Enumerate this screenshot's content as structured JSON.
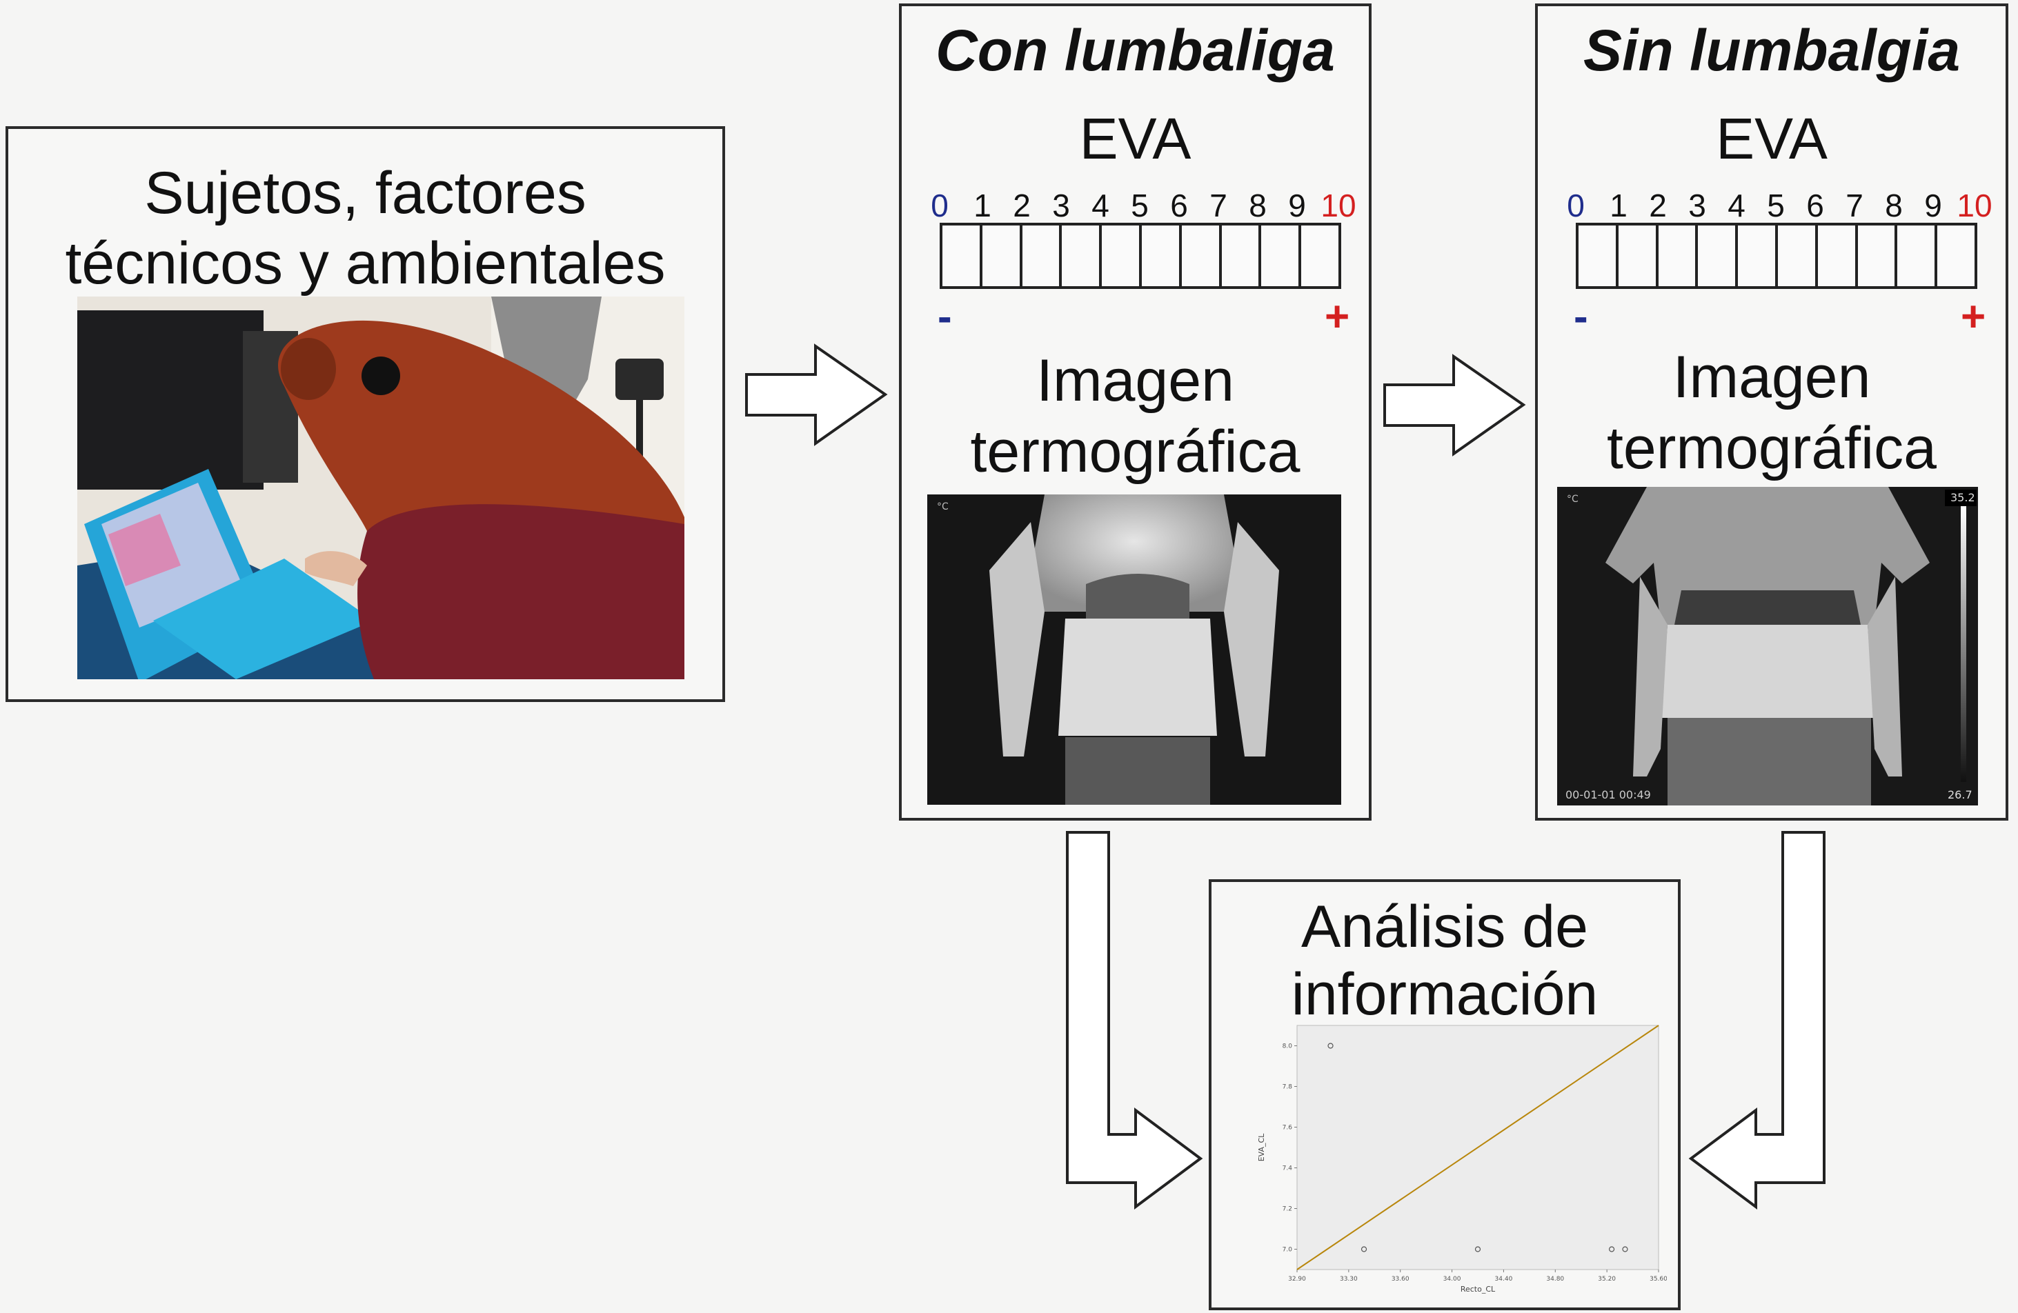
{
  "subjects_box": {
    "title_line1": "Sujetos, factores",
    "title_line2": "técnicos y ambientales"
  },
  "con_box": {
    "heading": "Con lumbaliga",
    "eva_label": "EVA",
    "scale_numbers": [
      "0",
      "1",
      "2",
      "3",
      "4",
      "5",
      "6",
      "7",
      "8",
      "9",
      "10"
    ],
    "minus": "-",
    "plus": "+",
    "image_title_line1": "Imagen",
    "image_title_line2": "termográfica",
    "thermal_unit": "°C"
  },
  "sin_box": {
    "heading": "Sin lumbalgia",
    "eva_label": "EVA",
    "scale_numbers": [
      "0",
      "1",
      "2",
      "3",
      "4",
      "5",
      "6",
      "7",
      "8",
      "9",
      "10"
    ],
    "minus": "-",
    "plus": "+",
    "image_title_line1": "Imagen",
    "image_title_line2": "termográfica",
    "thermal_unit": "°C",
    "temp_max": "35.2",
    "temp_min": "26.7",
    "timestamp": "00-01-01 00:49"
  },
  "analysis_box": {
    "title_line1": "Análisis de",
    "title_line2": "información"
  },
  "colors": {
    "scale_zero": "#1f2d8c",
    "scale_ten": "#d42020",
    "minus": "#1f2d8c",
    "plus": "#d42020",
    "regression_line": "#b8860b",
    "box_border": "#2b2b2b"
  },
  "chart_data": {
    "type": "scatter",
    "xlabel": "Recto_CL",
    "ylabel": "EVA_CL",
    "xlim": [
      32.9,
      35.6
    ],
    "ylim": [
      6.9,
      8.1
    ],
    "x_ticks": [
      "32.90",
      "33.30",
      "33.60",
      "34.00",
      "34.40",
      "34.80",
      "35.20",
      "35.60"
    ],
    "y_ticks": [
      "7.0",
      "7.2",
      "7.4",
      "7.6",
      "7.8",
      "8.0"
    ],
    "points": [
      {
        "x": 33.15,
        "y": 8.0
      },
      {
        "x": 33.4,
        "y": 7.0
      },
      {
        "x": 34.25,
        "y": 7.0
      },
      {
        "x": 35.25,
        "y": 7.0
      },
      {
        "x": 35.35,
        "y": 7.0
      }
    ],
    "fit_line": {
      "x": [
        32.9,
        35.6
      ],
      "y": [
        6.9,
        8.1
      ]
    }
  }
}
